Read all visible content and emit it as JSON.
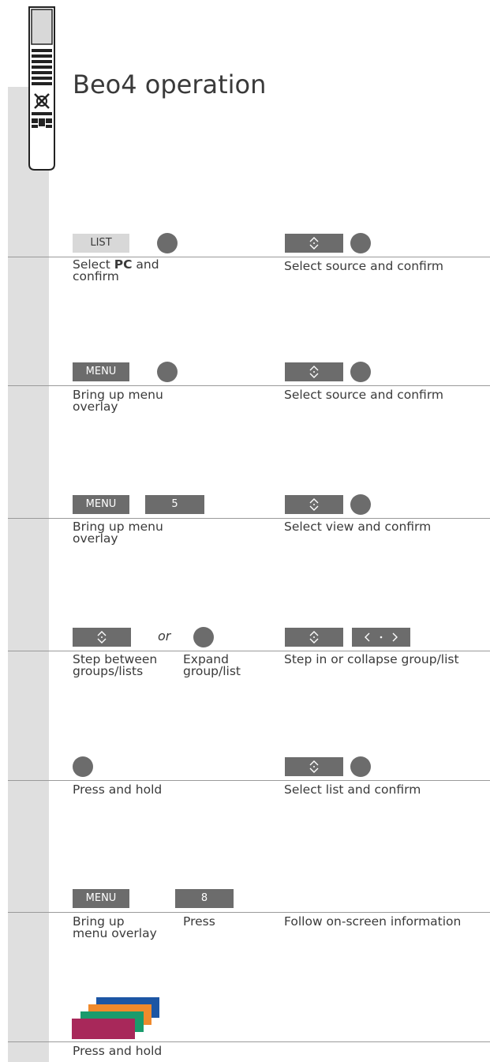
{
  "page": {
    "title": "Beo4 operation"
  },
  "colors": {
    "button_dark": "#6c6c6c",
    "button_light": "#d8d8d8",
    "sidebar": "#dfdfdf",
    "blue": "#1c56a4",
    "orange": "#f08a2c",
    "green": "#1a9b6c",
    "red": "#a8285a"
  },
  "rows": [
    {
      "left_buttons": [
        "LIST"
      ],
      "left_text_pre": "Select ",
      "left_text_bold": "PC",
      "left_text_post": " and\nconfirm",
      "right_text": "Select source and confirm"
    },
    {
      "left_buttons": [
        "MENU"
      ],
      "left_text": "Bring up menu\noverlay",
      "right_text": "Select source and confirm"
    },
    {
      "left_buttons": [
        "MENU",
        "5"
      ],
      "left_text": "Bring up menu\noverlay",
      "right_text": "Select view and confirm"
    },
    {
      "or_label": "or",
      "left_text_a": "Step between\ngroups/lists",
      "left_text_b": "Expand\ngroup/list",
      "right_icons": [
        "up-down-arrow-icon",
        "left-right-arrow-icon"
      ],
      "right_text": "Step in or collapse group/list"
    },
    {
      "left_text": "Press and hold",
      "right_text": "Select list and confirm"
    },
    {
      "left_buttons": [
        "MENU",
        "8"
      ],
      "left_text_a": "Bring up\nmenu overlay",
      "left_text_b": "Press",
      "right_text": "Follow on-screen information"
    },
    {
      "left_text": "Press and hold"
    }
  ]
}
